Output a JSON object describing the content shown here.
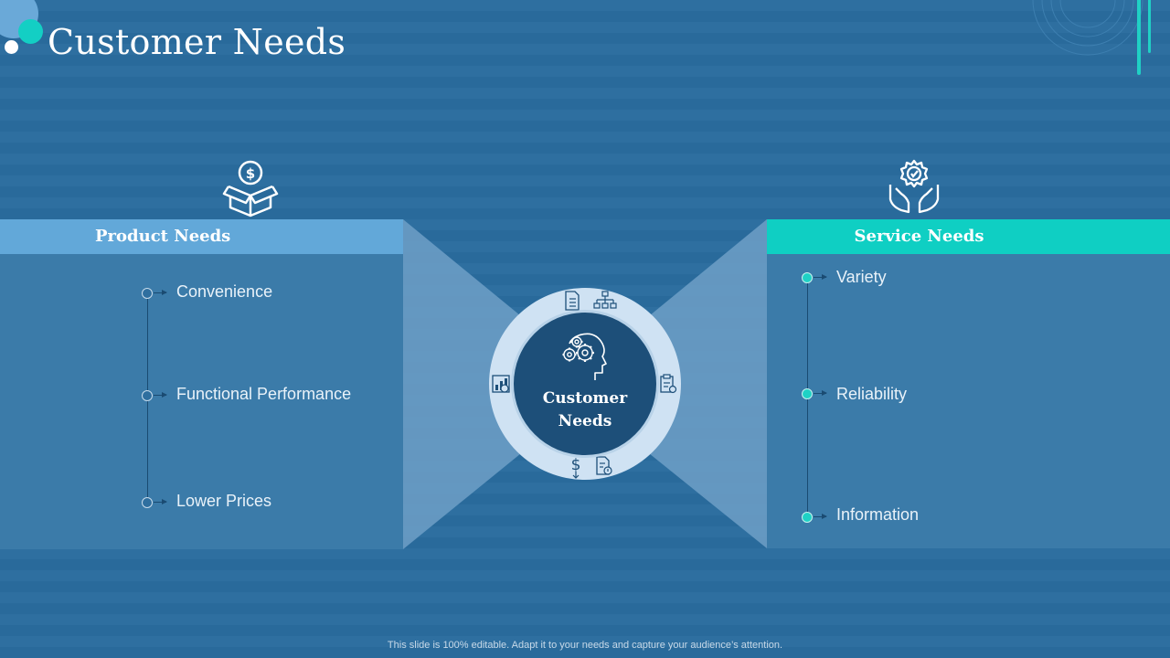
{
  "title": "Customer Needs",
  "left_panel": {
    "heading": "Product Needs",
    "icon": "money-box-icon",
    "items": [
      "Convenience",
      "Functional Performance",
      "Lower Prices"
    ]
  },
  "right_panel": {
    "heading": "Service Needs",
    "icon": "hands-gear-icon",
    "items": [
      "Variety",
      "Reliability",
      "Information"
    ]
  },
  "center": {
    "line1": "Customer",
    "line2": "Needs",
    "icon": "head-gears-icon",
    "ring_icons": [
      "document-icon",
      "org-chart-icon",
      "clipboard-icon",
      "report-icon",
      "dollar-icon",
      "chart-icon"
    ]
  },
  "footer": "This slide is 100% editable. Adapt it to your needs and capture your audience’s attention.",
  "colors": {
    "background": "#2a6c9e",
    "panel": "#3b7ba9",
    "left_header": "#62a8d9",
    "right_header": "#0fcfc3",
    "accent": "#1fd1c5"
  }
}
